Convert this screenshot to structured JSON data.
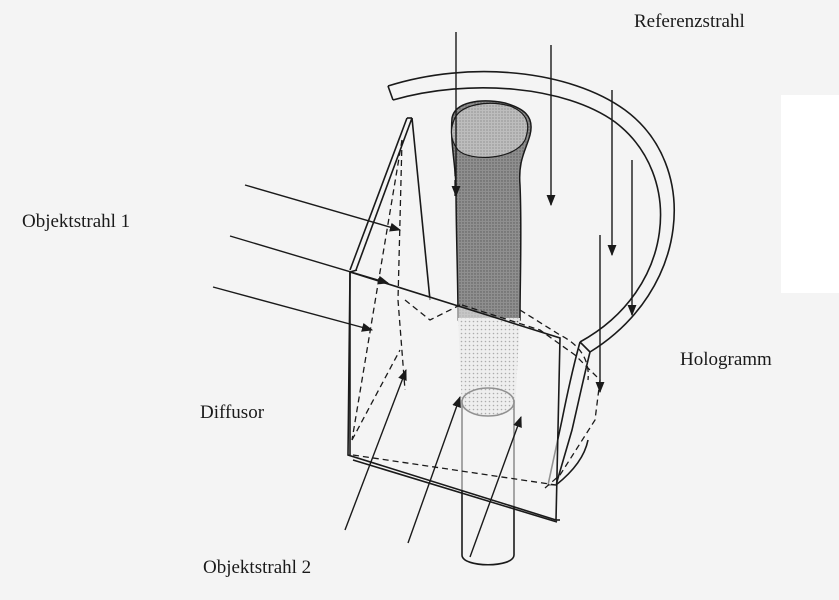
{
  "labels": {
    "reference_beam": "Referenzstrahl",
    "object_beam_1": "Objektstrahl 1",
    "hologram": "Hologramm",
    "diffuser": "Diffusor",
    "object_beam_2": "Objektstrahl 2"
  },
  "colors": {
    "background": "#f4f4f4",
    "ink": "#1a1a1a",
    "bone_fill": "#9a9a9a",
    "bone_top_fill": "#c4c4c4",
    "dotted_section_fill": "#d8d8d8",
    "white_patch": "#ffffff"
  }
}
